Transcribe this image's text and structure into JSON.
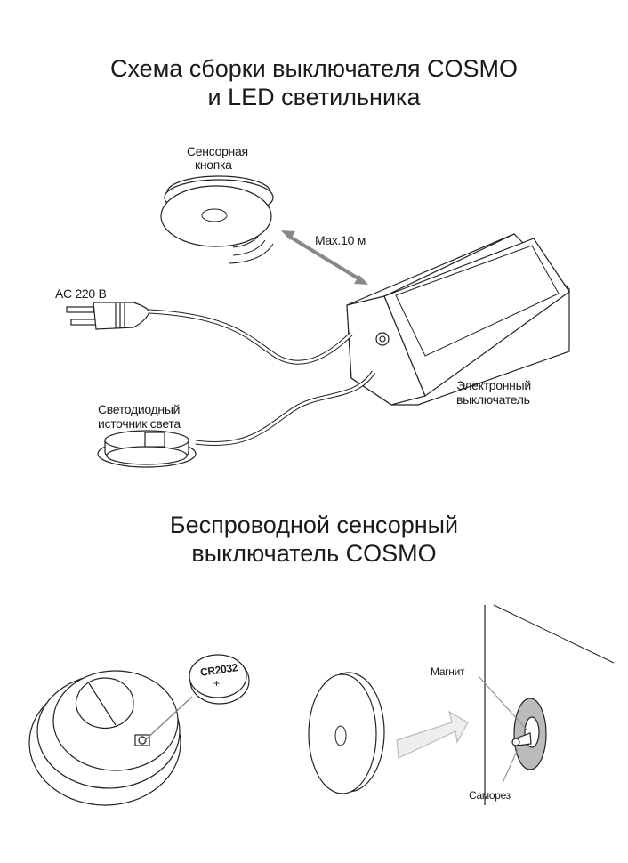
{
  "diagram1": {
    "title_line1": "Схема сборки выключателя COSMO",
    "title_line2": "и LED светильника",
    "labels": {
      "sensor_button_1": "Сенсорная",
      "sensor_button_2": "кнопка",
      "max_distance": "Max.10 м",
      "power": "AC 220 В",
      "led_1": "Светодиодный",
      "led_2": "источник света",
      "switch_1": "Электронный",
      "switch_2": "выключатель"
    }
  },
  "diagram2": {
    "title_line1": "Беспроводной сенсорный",
    "title_line2": "выключатель COSMO",
    "labels": {
      "battery": "CR2032",
      "battery_sign": "+",
      "magnet": "Магнит",
      "screw": "Саморез"
    }
  }
}
